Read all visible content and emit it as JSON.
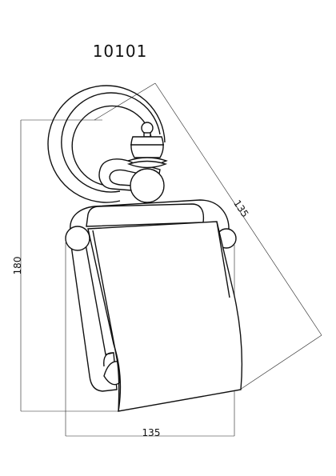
{
  "drawing": {
    "model_number": "10101",
    "dimensions": {
      "height_label": "180",
      "width_label": "135",
      "diagonal_label": "135"
    }
  }
}
